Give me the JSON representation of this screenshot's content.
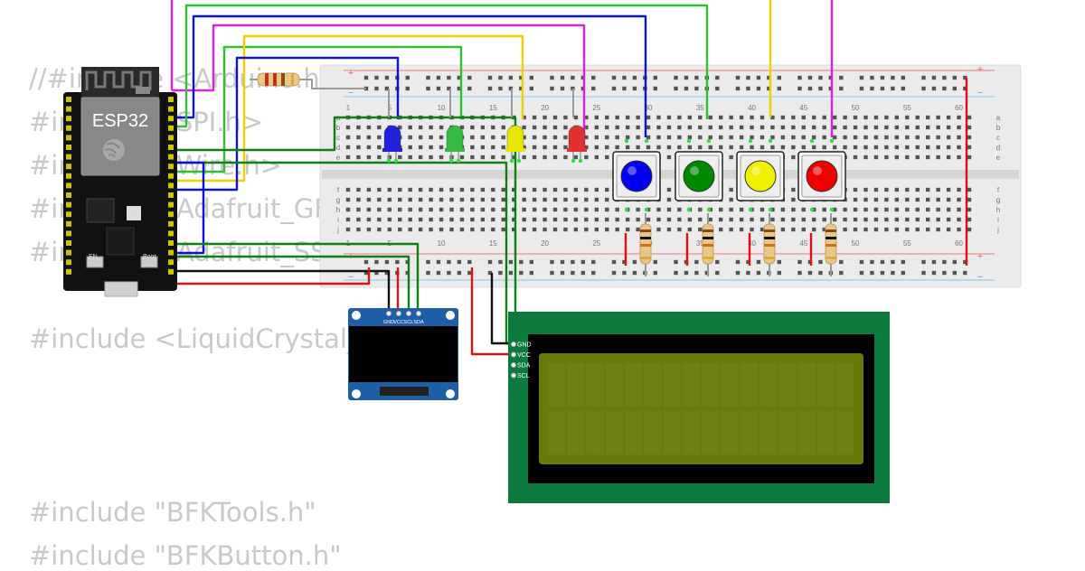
{
  "code_lines": [
    "//#include <Arduino.h>",
    "#include <SPI.h>",
    "#include <Wire.h>",
    "#include <Adafruit_GFX.h>",
    "#include <Adafruit_SSD1306.h>",
    "",
    "#include <LiquidCrystal_I2C.h>",
    "",
    "",
    "#include \"BFKTools.h\"",
    "#include \"BFKButton.h\""
  ],
  "esp32": {
    "label": "ESP32",
    "en_label": "EN",
    "boot_label": "Boot"
  },
  "breadboard": {
    "column_numbers_top": [
      "1",
      "5",
      "10",
      "15",
      "20",
      "25",
      "30",
      "35",
      "40",
      "45",
      "50",
      "55",
      "60"
    ],
    "column_numbers_bottom": [
      "1",
      "5",
      "10",
      "15",
      "20",
      "25",
      "30",
      "35",
      "40",
      "45",
      "50",
      "55",
      "60"
    ],
    "row_letters_top": [
      "a",
      "b",
      "c",
      "d",
      "e"
    ],
    "row_letters_bottom": [
      "f",
      "g",
      "h",
      "i",
      "j"
    ],
    "rail_plus": "+",
    "rail_minus": "−"
  },
  "leds": [
    {
      "color_name": "blue",
      "color": "#2222dd"
    },
    {
      "color_name": "green",
      "color": "#33bb44"
    },
    {
      "color_name": "yellow",
      "color": "#e6e600"
    },
    {
      "color_name": "red",
      "color": "#e03030"
    }
  ],
  "buttons": [
    {
      "color_name": "blue",
      "color": "#0000ee"
    },
    {
      "color_name": "green",
      "color": "#008800"
    },
    {
      "color_name": "yellow",
      "color": "#f0f000"
    },
    {
      "color_name": "red",
      "color": "#ee0000"
    }
  ],
  "oled": {
    "pins": [
      "GND",
      "VCC",
      "SCL",
      "SDA"
    ]
  },
  "lcd": {
    "pins": [
      "GND",
      "VCC",
      "SDA",
      "SCL"
    ]
  },
  "wire_colors": {
    "magenta": "#e020e0",
    "blue": "#1010dd",
    "green": "#30c030",
    "dark_green": "#108010",
    "yellow": "#f0d000",
    "black": "#111111",
    "red": "#dd1111",
    "gray": "#9a9a9a"
  }
}
